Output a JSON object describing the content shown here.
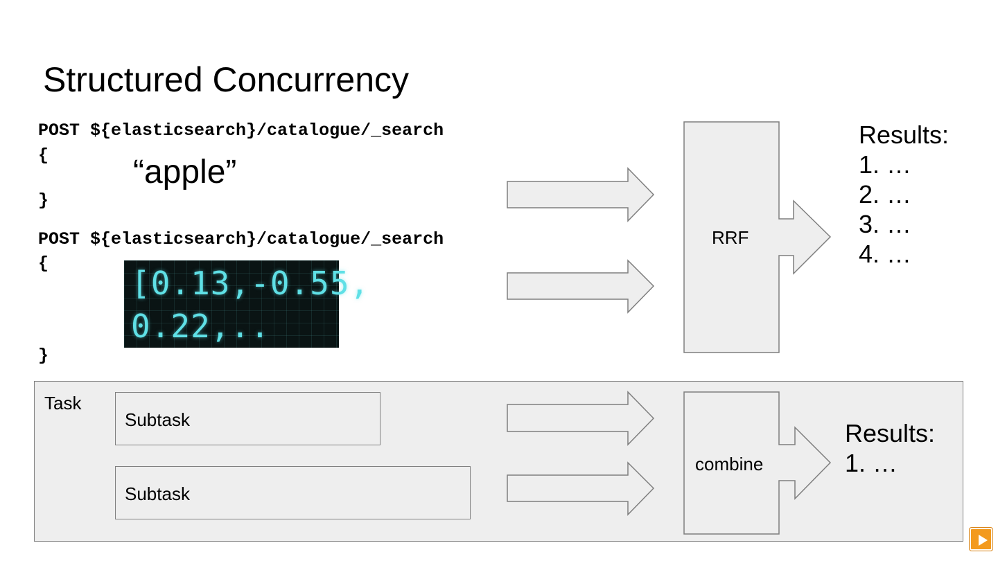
{
  "slide": {
    "title": "Structured Concurrency"
  },
  "queries": [
    {
      "request_line": "POST ${elasticsearch}/catalogue/_search",
      "open_brace": "{",
      "body": "“apple”",
      "close_brace": "}"
    },
    {
      "request_line": "POST ${elasticsearch}/catalogue/_search",
      "open_brace": "{",
      "body": "[0.13,-0.55, 0.22,..",
      "close_brace": "}"
    }
  ],
  "top_flow": {
    "merger_label": "RRF",
    "results_title": "Results:",
    "results_items": [
      "1. …",
      "2. …",
      "3. …",
      "4. …"
    ]
  },
  "bottom_flow": {
    "task_label": "Task",
    "subtasks": [
      "Subtask",
      "Subtask"
    ],
    "merger_label": "combine",
    "results_title": "Results:",
    "results_items": [
      "1. …"
    ]
  },
  "colors": {
    "shape_fill": "#eeeeee",
    "shape_stroke": "#7f7f7f",
    "vector_text": "#5fe0e6",
    "vector_bg": "#0a1414",
    "play_button": "#f39a1e"
  },
  "icons": {
    "play": "play-icon"
  }
}
